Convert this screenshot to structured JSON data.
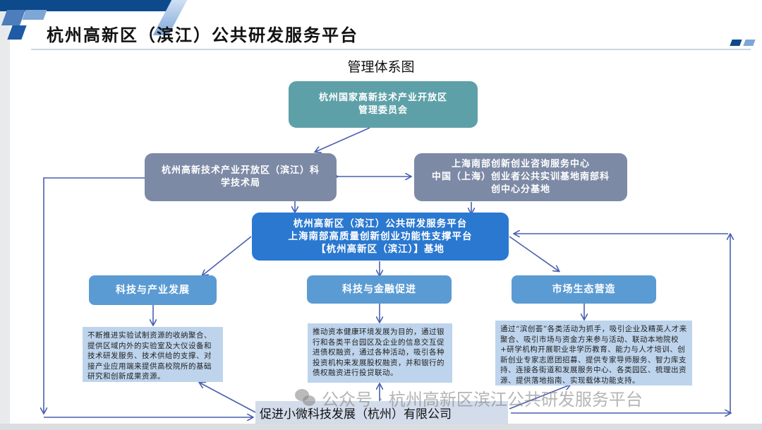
{
  "header": {
    "title": "杭州高新区（滨江）公共研发服务平台"
  },
  "diagram": {
    "title": "管理体系图",
    "top_node": {
      "lines": [
        "杭州国家高新技术产业开放区",
        "管理委员会"
      ]
    },
    "left_node": {
      "lines": [
        "杭州高新技术产业开放区（滨江）科",
        "学技术局"
      ]
    },
    "right_node": {
      "lines": [
        "上海南部创新创业咨询服务中心",
        "中国（上海）创业者公共实训基地南部科",
        "创中心分基地"
      ]
    },
    "core_node": {
      "lines": [
        "杭州高新区（滨江）公共研发服务平台",
        "上海南部高质量创新创业功能性支撑平台",
        "【杭州高新区（滨江）】基地"
      ]
    },
    "categories": [
      {
        "label": "科技与产业发展",
        "description": "不断推进实验试制资源的收纳聚合、提供区域内外的实验室及大仪设备和技术研发服务、技术供给的支撑、对接产业应用端来提供高校院所的基础研究和创新成果资源。"
      },
      {
        "label": "科技与金融促进",
        "description": "推动资本健康环境发展为目的，通过银行和各类平台园区及企业的信息交互促进债权融资，通过各种活动，吸引各种投资机构来发展股权融资，并和银行的债权融资进行投贷联动。"
      },
      {
        "label": "市场生态营造",
        "description": "通过“滨创荟”各类活动为抓手，吸引企业及精英人才来聚合、吸引市场与资金方来参与活动、联动本地院校+研学机构开展职业非学历教育、能力与人才培训、创新创业专家志愿团招募、提供专家导师服务、智力库支持、连接各街道和发展服务中心、各类园区、梳理出资源、提供落地指南、实现载体功能支持。"
      }
    ],
    "company_node": {
      "label": "促进小微科技发展（杭州）有限公司"
    }
  },
  "watermark": {
    "text": "公众号 · 杭州高新区滨江公共研发服务平台",
    "icon": "wechat-icon"
  },
  "colors": {
    "brand_dark": "#0d4a8c",
    "teal": "#5ea0a8",
    "slate": "#7d8aa5",
    "core": "#2a78d0",
    "category": "#5b9bd3",
    "description_bg": "#bdd4ec",
    "arrow": "#4a5fb0"
  }
}
